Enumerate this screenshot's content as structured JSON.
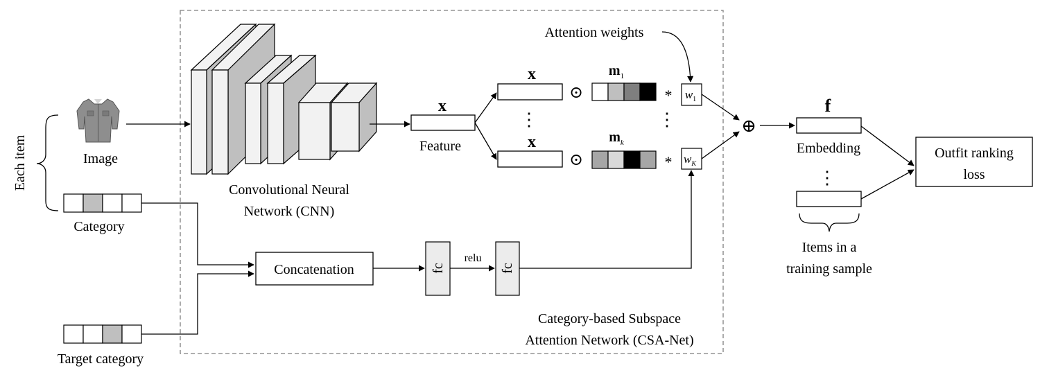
{
  "labels": {
    "each_item": "Each item",
    "image": "Image",
    "category": "Category",
    "target_category": "Target category",
    "cnn_line1": "Convolutional Neural",
    "cnn_line2": "Network (CNN)",
    "feature": "Feature",
    "feature_var": "x",
    "branch_var": "x",
    "attention_weights": "Attention weights",
    "mask_1_sym": "m",
    "mask_1_sub": "1",
    "mask_k_sym": "m",
    "mask_k_sub": "k",
    "hadamard": "⊙",
    "times": "*",
    "w1_sym": "w",
    "w1_sub": "1",
    "wk_sym": "w",
    "wk_sub": "K",
    "vdots": "⋮",
    "oplus": "⊕",
    "concatenation": "Concatenation",
    "fc1": "fc",
    "fc2": "fc",
    "relu": "relu",
    "csa_line1": "Category-based Subspace",
    "csa_line2": "Attention Network (CSA-Net)",
    "embedding_var": "f",
    "embedding": "Embedding",
    "items_line1": "Items in a",
    "items_line2": "training sample",
    "loss_line1": "Outfit ranking",
    "loss_line2": "loss"
  },
  "vectors": {
    "category_cells": [
      "#ffffff",
      "#bfbfbf",
      "#ffffff",
      "#ffffff"
    ],
    "target_category_cells": [
      "#ffffff",
      "#ffffff",
      "#bfbfbf",
      "#ffffff"
    ],
    "mask_1_cells": [
      "#ffffff",
      "#bfbfbf",
      "#7f7f7f",
      "#000000"
    ],
    "mask_k_cells": [
      "#a6a6a6",
      "#d9d9d9",
      "#000000",
      "#a6a6a6"
    ]
  },
  "colors": {
    "box_fill": "#ececec",
    "box_stroke": "#000000",
    "dashed_border": "#7f7f7f"
  },
  "icons": {
    "image": "shirt-icon"
  }
}
